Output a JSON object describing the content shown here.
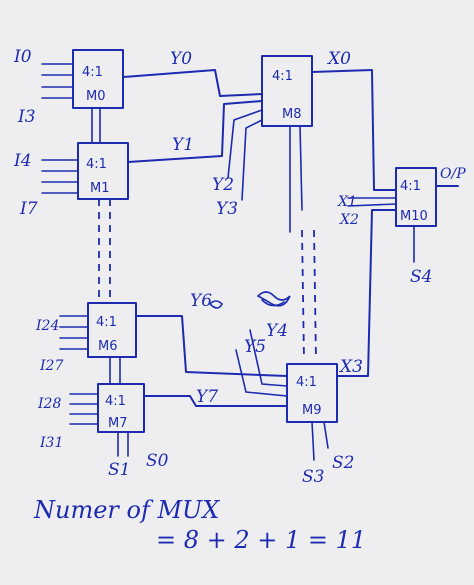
{
  "muxes": {
    "m0": {
      "type": "4:1",
      "name": "M0"
    },
    "m1": {
      "type": "4:1",
      "name": "M1"
    },
    "m6": {
      "type": "4:1",
      "name": "M6"
    },
    "m7": {
      "type": "4:1",
      "name": "M7"
    },
    "m8": {
      "type": "4:1",
      "name": "M8"
    },
    "m9": {
      "type": "4:1",
      "name": "M9"
    },
    "m10": {
      "type": "4:1",
      "name": "M10"
    }
  },
  "inputs": {
    "i0": "I0",
    "i3": "I3",
    "i4": "I4",
    "i7": "I7",
    "i24": "I24",
    "i27": "I27",
    "i28": "I28",
    "i31": "I31"
  },
  "signals": {
    "y0": "Y0",
    "y1": "Y1",
    "y2": "Y2",
    "y3": "Y3",
    "y6": "Y6",
    "y4": "Y4",
    "y5": "Y5",
    "y7": "Y7",
    "x0": "X0",
    "x1": "X1",
    "x2": "X2",
    "x3": "X3",
    "output": "O/P"
  },
  "selects": {
    "s0": "S0",
    "s1": "S1",
    "s2": "S2",
    "s3": "S3",
    "s4": "S4"
  },
  "notes": {
    "line1": "Numer of MUX",
    "line2": "= 8 + 2 + 1 = 11"
  }
}
